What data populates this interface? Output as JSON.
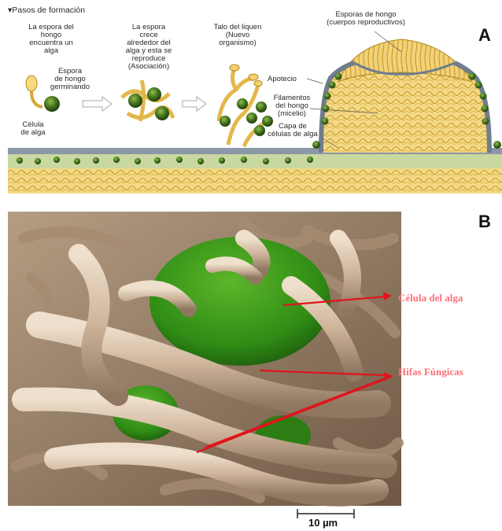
{
  "panel_a": {
    "letter": "A",
    "header": "▾Pasos de formación",
    "labels": {
      "spore_meets": "La espora del\nhongo\nencuentra un\nalga",
      "spore_germinating": "Espora\nde hongo\ngerminando",
      "algal_cell": "Célula\nde alga",
      "association": "La espora\ncrece\nalrededor del\nalga y esta se\nreproduce\n(Asociación)",
      "thallus": "Talo del liquen\n(Nuevo\norganismo)",
      "apothecium": "Apotecio",
      "filaments": "Filamentos\ndel hongo\n(micelio)",
      "algal_layer": "Capa de\ncélulas de alga",
      "spores_top": "Esporas de hongo\n(cuerpos reproductivos)"
    }
  },
  "panel_b": {
    "letter": "B",
    "annotations": {
      "algal_cell": "Célula del alga",
      "hyphae": "Hifas Fúngicas"
    },
    "scale_bar": "10 µm"
  },
  "colors": {
    "hyphae_fill": "#e9c46a",
    "algae_green": "#4f7f2a",
    "sem_hypha": "#cdb8a0",
    "sem_algae": "#3f9a1c",
    "arrow_red": "#e0141c",
    "label_pink": "#ff6f78"
  }
}
